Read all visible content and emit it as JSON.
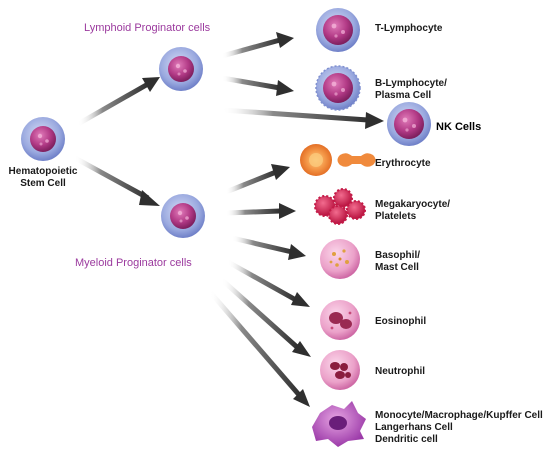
{
  "labels": {
    "stem": [
      "Hematopoietic",
      "Stem Cell"
    ],
    "lymphoid_progenitor": "Lymphoid Proginator cells",
    "myeloid_progenitor": "Myeloid Proginator cells",
    "t_lymphocyte": "T-Lymphocyte",
    "b_lymphocyte": [
      "B-Lymphocyte/",
      "Plasma Cell"
    ],
    "nk": "NK Cells",
    "erythrocyte": "Erythrocyte",
    "megakaryocyte": [
      "Megakaryocyte/",
      "Platelets"
    ],
    "basophil": [
      "Basophil/",
      "Mast Cell"
    ],
    "eosinophil": "Eosinophil",
    "neutrophil": "Neutrophil",
    "monocyte": [
      "Monocyte/Macrophage/Kupffer Cell",
      "Langerhans Cell",
      "Dendritic cell"
    ]
  },
  "colors": {
    "progenitor_label": "#9b3a9e",
    "stem_cell_ring": "#8a9ad6",
    "stem_cell_nucleus": "#b23a86",
    "erythrocyte": "#f07a36",
    "platelet": "#d8285a",
    "granulocyte": "#e78fbf",
    "monocyte": "#b65ab8",
    "arrow": "#3a3a3a"
  }
}
